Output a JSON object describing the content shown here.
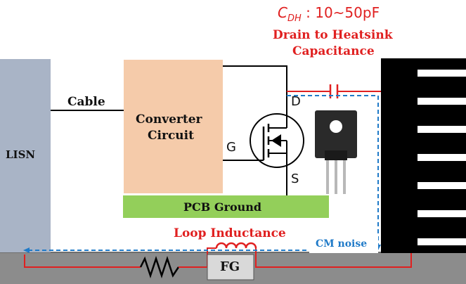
{
  "capacitance_value": {
    "symbol_main": "C",
    "symbol_sub": "DH",
    "value_text": " : 10~50pF"
  },
  "drain_heatsink_label": {
    "line1": "Drain to Heatsink",
    "line2": "Capacitance"
  },
  "blocks": {
    "lisn": "LISN",
    "converter_line1": "Converter",
    "converter_line2": "Circuit",
    "pcb_ground": "PCB Ground",
    "fg": "FG"
  },
  "labels": {
    "cable": "Cable",
    "loop_inductance": "Loop Inductance",
    "cm_noise": "CM noise",
    "drain": "D",
    "gate": "G",
    "source": "S"
  },
  "colors": {
    "lisn": "#a9b4c6",
    "converter": "#f5cbaa",
    "pcb_ground": "#93cf5a",
    "ground_plane": "#8a8a8a",
    "red_path": "#e02020",
    "cm_noise": "#1f7ac8",
    "heatsink": "#000000"
  }
}
